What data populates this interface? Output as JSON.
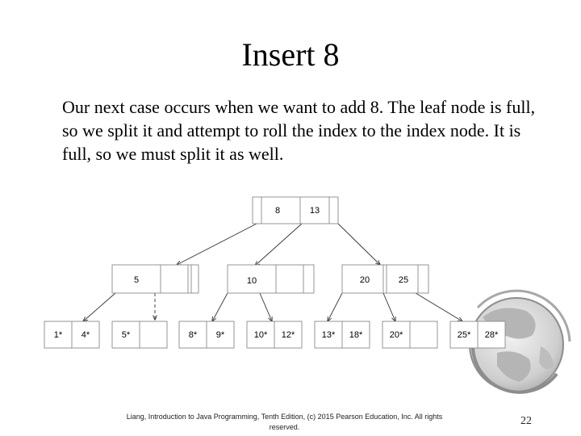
{
  "slide": {
    "title": "Insert 8",
    "body": "Our next case occurs when we want to add 8.  The leaf node is full, so we split it and attempt to roll the index to the index node.  It is full, so we must split it as well.",
    "footer": "Liang, Introduction to Java Programming, Tenth Edition, (c) 2015 Pearson Education, Inc. All rights reserved.",
    "page_number": "22"
  },
  "tree": {
    "root": {
      "keys": [
        "8",
        "13"
      ]
    },
    "index_nodes": [
      {
        "keys": [
          "5"
        ]
      },
      {
        "keys": [
          "10"
        ]
      },
      {
        "keys": [
          "20",
          "25"
        ]
      }
    ],
    "leaves": [
      {
        "keys": [
          "1*",
          "4*"
        ]
      },
      {
        "keys": [
          "5*"
        ]
      },
      {
        "keys": [
          "8*",
          "9*"
        ]
      },
      {
        "keys": [
          "10*",
          "12*"
        ]
      },
      {
        "keys": [
          "13*",
          "18*"
        ]
      },
      {
        "keys": [
          "20*"
        ]
      },
      {
        "keys": [
          "25*",
          "28*"
        ]
      }
    ]
  },
  "colors": {
    "node_fill": "#ffffff",
    "node_stroke": "#8a8a8a",
    "edge": "#333333",
    "globe": "#9a9a9a"
  },
  "icons": {
    "decoration": "globe-icon"
  }
}
